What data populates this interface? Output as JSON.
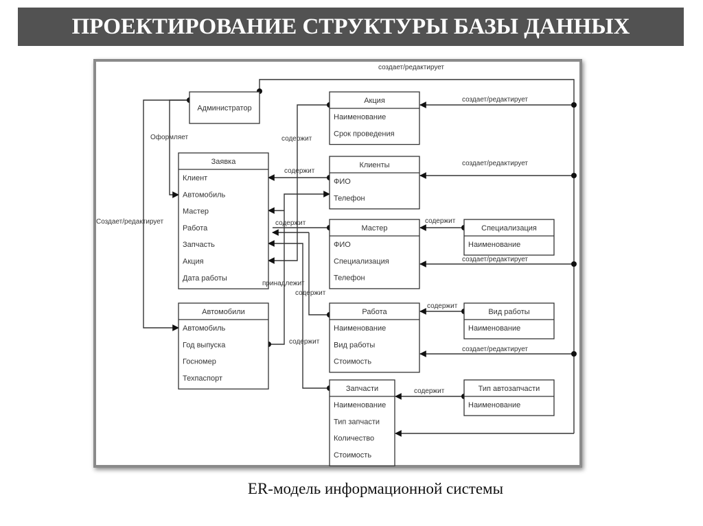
{
  "slide": {
    "title": "ПРОЕКТИРОВАНИЕ СТРУКТУРЫ БАЗЫ ДАННЫХ",
    "caption": "ER-модель информационной системы"
  },
  "entities": {
    "admin": {
      "name": "Администратор",
      "fields": []
    },
    "zayavka": {
      "name": "Заявка",
      "fields": [
        "Клиент",
        "Автомобиль",
        "Мастер",
        "Работа",
        "Запчасть",
        "Акция",
        "Дата работы"
      ]
    },
    "avtomobili": {
      "name": "Автомобили",
      "fields": [
        "Автомобиль",
        "Год выпуска",
        "Госномер",
        "Техпаспорт"
      ]
    },
    "akciya": {
      "name": "Акция",
      "fields": [
        "Наименование",
        "Срок проведения"
      ]
    },
    "klienty": {
      "name": "Клиенты",
      "fields": [
        "ФИО",
        "Телефон"
      ]
    },
    "master": {
      "name": "Мастер",
      "fields": [
        "ФИО",
        "Специализация",
        "Телефон"
      ]
    },
    "specializaciya": {
      "name": "Специализация",
      "fields": [
        "Наименование"
      ]
    },
    "rabota": {
      "name": "Работа",
      "fields": [
        "Наименование",
        "Вид работы",
        "Стоимость"
      ]
    },
    "vid_raboty": {
      "name": "Вид работы",
      "fields": [
        "Наименование"
      ]
    },
    "zapchasti": {
      "name": "Запчасти",
      "fields": [
        "Наименование",
        "Тип запчасти",
        "Количество",
        "Стоимость"
      ]
    },
    "tip_avtozapchasti": {
      "name": "Тип автозапчасти",
      "fields": [
        "Наименование"
      ]
    }
  },
  "relationships": [
    {
      "from": "admin",
      "to": "akciya/klienty/master/rabota/zapchasti",
      "label": "создает/редактирует"
    },
    {
      "from": "admin",
      "to": "akciya",
      "label": "создает/редактирует"
    },
    {
      "from": "admin",
      "to": "klienty",
      "label": "создает/редактирует"
    },
    {
      "from": "admin",
      "to": "master",
      "label": "создает/редактирует"
    },
    {
      "from": "admin",
      "to": "rabota",
      "label": "создает/редактирует"
    },
    {
      "from": "admin",
      "to": "zayavka",
      "label": "Оформляет"
    },
    {
      "from": "admin",
      "to": "avtomobili",
      "label": "Создает/редактирует"
    },
    {
      "from": "akciya",
      "to": "zayavka",
      "label": "содержит"
    },
    {
      "from": "klienty",
      "to": "zayavka",
      "label": "содержит"
    },
    {
      "from": "master",
      "to": "zayavka",
      "label": "содержит"
    },
    {
      "from": "avtomobili",
      "to": "klienty",
      "label": "принадлежит"
    },
    {
      "from": "rabota",
      "to": "zayavka",
      "label": "содержит"
    },
    {
      "from": "zapchasti",
      "to": "zayavka",
      "label": "содержит"
    },
    {
      "from": "specializaciya",
      "to": "master",
      "label": "содержит"
    },
    {
      "from": "vid_raboty",
      "to": "rabota",
      "label": "содержит"
    },
    {
      "from": "tip_avtozapchasti",
      "to": "zapchasti",
      "label": "содержит"
    }
  ],
  "labels": {
    "top_edit": "создает/редактирует",
    "akciya_edit": "создает/редактирует",
    "klienty_edit": "создает/редактирует",
    "master_edit": "создает/редактирует",
    "rabota_edit": "создает/редактирует",
    "oformlyaet": "Оформляет",
    "left_edit": "Создает/редактирует",
    "sod_akciya": "содержит",
    "sod_klienty": "содержит",
    "sod_master": "содержит",
    "prinadlezhit": "принадлежит",
    "sod_rabota": "содержит",
    "sod_zapchasti": "содержит",
    "sod_spec": "содержит",
    "sod_vid": "содержит",
    "sod_tip": "содержит"
  }
}
